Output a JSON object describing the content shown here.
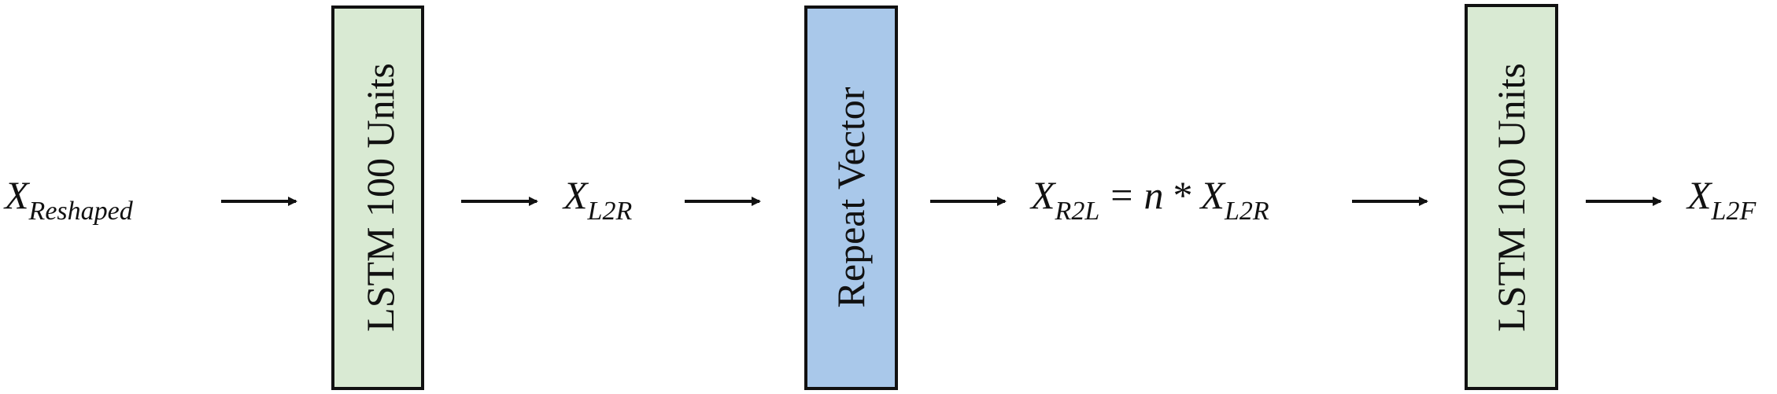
{
  "nodes": {
    "input": {
      "base": "X",
      "sub": "Reshaped"
    },
    "lstm1": {
      "label": "LSTM 100 Units",
      "fill": "#d9ead3"
    },
    "l2r": {
      "base": "X",
      "sub": "L2R"
    },
    "repeat": {
      "label": "Repeat Vector",
      "fill": "#a9c8ea"
    },
    "r2l": {
      "lhs_base": "X",
      "lhs_sub": "R2L",
      "equals": "=",
      "n": "n",
      "times": "*",
      "rhs_base": "X",
      "rhs_sub": "L2R"
    },
    "lstm2": {
      "label": "LSTM 100 Units",
      "fill": "#d9ead3"
    },
    "output": {
      "base": "X",
      "sub": "L2F"
    }
  },
  "colors": {
    "stroke": "#111111",
    "lstm_fill": "#d9ead3",
    "repeat_fill": "#a9c8ea"
  }
}
